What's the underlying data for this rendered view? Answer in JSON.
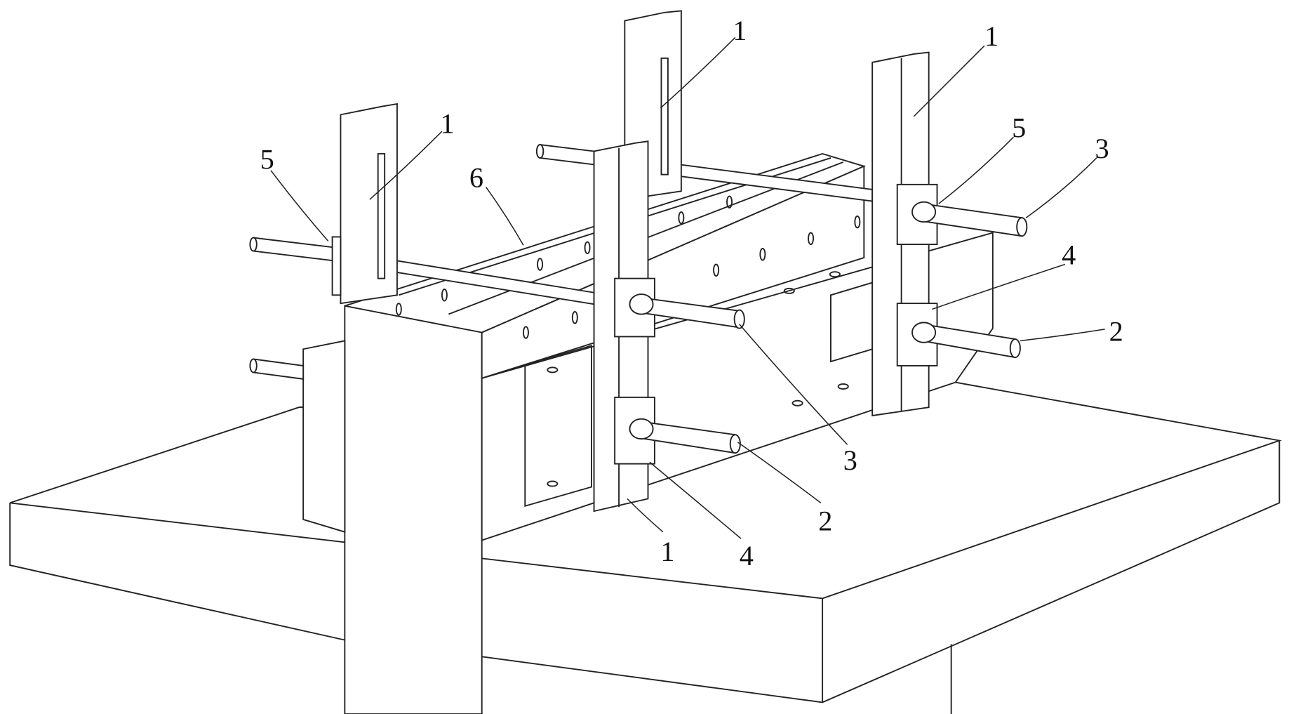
{
  "figure": {
    "labels": {
      "post_rear_center": "1",
      "post_front_right": "1",
      "post_rear_left": "1",
      "post_front_left": "1",
      "nut_left": "5",
      "nut_right": "5",
      "formwork": "6",
      "rod_upper_right": "3",
      "rod_upper_front": "3",
      "clamp_right": "4",
      "clamp_front": "4",
      "rod_lower_right": "2",
      "rod_lower_front": "2"
    }
  }
}
